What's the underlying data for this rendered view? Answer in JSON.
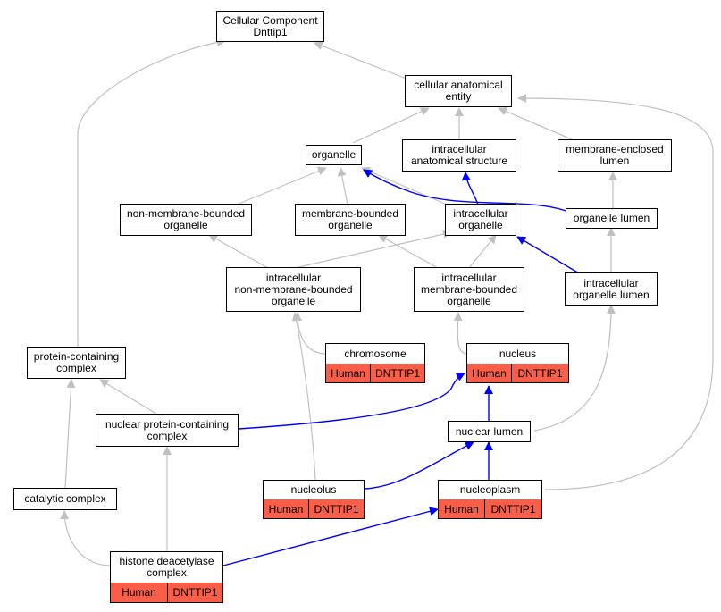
{
  "colors": {
    "grey_edge": "#c0c0c0",
    "blue_edge": "#0000ff",
    "annotation_fill": "#fa5e48"
  },
  "nodes": {
    "root": "Cellular Component\nDnttip1",
    "cae": "cellular anatomical\nentity",
    "organelle": "organelle",
    "ias": "intracellular\nanatomical structure",
    "mel": "membrane-enclosed\nlumen",
    "nmbo": "non-membrane-bounded\norganelle",
    "mbo": "membrane-bounded\norganelle",
    "io": "intracellular\norganelle",
    "ol": "organelle lumen",
    "inmbo": "intracellular\nnon-membrane-bounded\norganelle",
    "imbo": "intracellular\nmembrane-bounded\norganelle",
    "iol": "intracellular\norganelle lumen",
    "pcc": "protein-containing\ncomplex",
    "npcc": "nuclear protein-containing\ncomplex",
    "nl": "nuclear lumen",
    "cc": "catalytic complex"
  },
  "annotated": {
    "chromosome": {
      "title": "chromosome",
      "species": "Human",
      "gene": "DNTTIP1"
    },
    "nucleus": {
      "title": "nucleus",
      "species": "Human",
      "gene": "DNTTIP1"
    },
    "nucleolus": {
      "title": "nucleolus",
      "species": "Human",
      "gene": "DNTTIP1"
    },
    "nucleoplasm": {
      "title": "nucleoplasm",
      "species": "Human",
      "gene": "DNTTIP1"
    },
    "hdac": {
      "title": "histone deacetylase\ncomplex",
      "species": "Human",
      "gene": "DNTTIP1"
    }
  }
}
